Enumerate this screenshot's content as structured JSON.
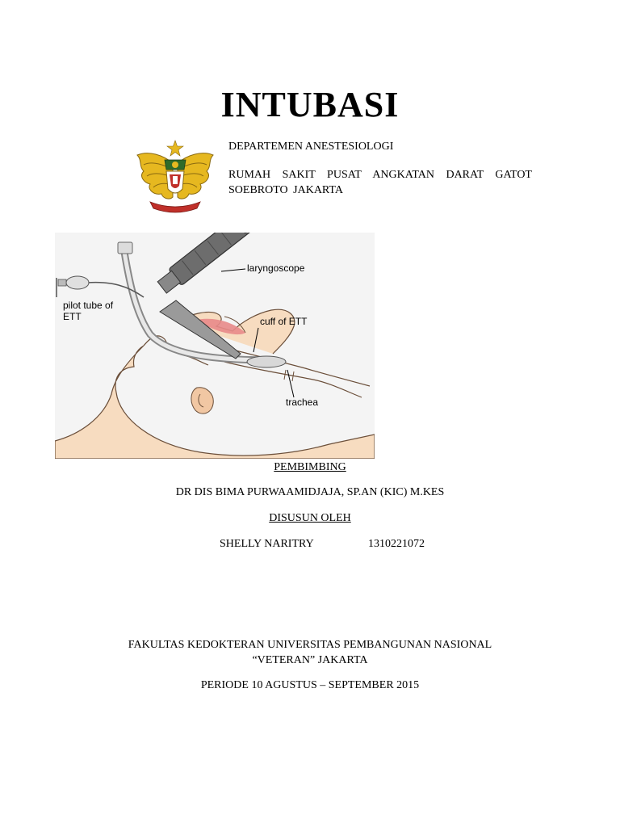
{
  "title": "INTUBASI",
  "institution": {
    "department": "DEPARTEMEN ANESTESIOLOGI",
    "hospital": "RUMAH SAKIT PUSAT ANGKATAN DARAT GATOT SOEBROTO JAKARTA"
  },
  "figure": {
    "labels": {
      "laryngoscope": "laryngoscope",
      "pilot_tube_line1": "pilot tube of",
      "pilot_tube_line2": "ETT",
      "cuff": "cuff of ETT",
      "trachea": "trachea"
    }
  },
  "supervisor": {
    "heading": "PEMBIMBING",
    "name": "DR DIS BIMA PURWAAMIDJAJA, SP.AN (KIC) M.KES"
  },
  "author": {
    "heading": "DISUSUN OLEH",
    "name": "SHELLY NARITRY",
    "nim": "1310221072"
  },
  "faculty": {
    "line1": "FAKULTAS KEDOKTERAN UNIVERSITAS PEMBANGUNAN NASIONAL",
    "line2": "“VETERAN” JAKARTA"
  },
  "period": "PERIODE 10 AGUSTUS – SEPTEMBER 2015",
  "colors": {
    "logo_gold": "#e6b820",
    "logo_red": "#c0302a",
    "skin": "#f7dcc0",
    "tissue_pink": "#e88a8a"
  }
}
